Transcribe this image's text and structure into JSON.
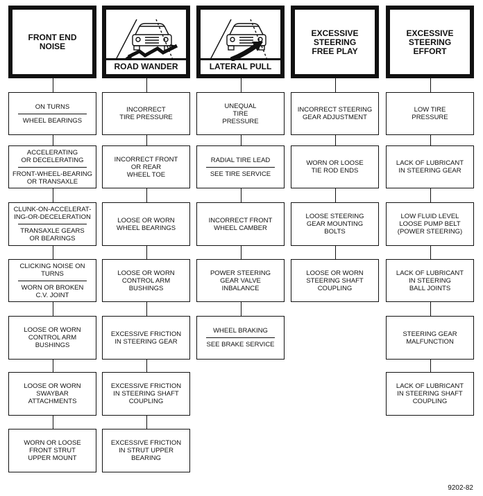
{
  "headers": [
    {
      "lines": [
        "FRONT END",
        "NOISE"
      ]
    },
    {
      "label": "ROAD WANDER"
    },
    {
      "label": "LATERAL PULL"
    },
    {
      "lines": [
        "EXCESSIVE",
        "STEERING",
        "FREE PLAY"
      ]
    },
    {
      "lines": [
        "EXCESSIVE",
        "STEERING",
        "EFFORT"
      ]
    }
  ],
  "columns": [
    [
      {
        "top": [
          "ON TURNS"
        ],
        "bottom": [
          "WHEEL BEARINGS"
        ]
      },
      {
        "top": [
          "ACCELERATING",
          "OR DECELERATING"
        ],
        "bottom": [
          "FRONT-WHEEL-BEARING",
          "OR TRANSAXLE"
        ]
      },
      {
        "top": [
          "CLUNK-ON-ACCELERAT-",
          "ING-OR-DECELERATION"
        ],
        "bottom": [
          "TRANSAXLE GEARS",
          "OR BEARINGS"
        ]
      },
      {
        "top": [
          "CLICKING NOISE ON",
          "TURNS"
        ],
        "bottom": [
          "WORN OR BROKEN",
          "C.V. JOINT"
        ]
      },
      {
        "lines": [
          "LOOSE OR WORN",
          "CONTROL ARM",
          "BUSHINGS"
        ]
      },
      {
        "lines": [
          "LOOSE OR WORN",
          "SWAYBAR",
          "ATTACHMENTS"
        ]
      },
      {
        "lines": [
          "WORN OR LOOSE",
          "FRONT STRUT",
          "UPPER MOUNT"
        ]
      }
    ],
    [
      {
        "lines": [
          "INCORRECT",
          "TIRE PRESSURE"
        ]
      },
      {
        "lines": [
          "INCORRECT FRONT",
          "OR REAR",
          "WHEEL TOE"
        ]
      },
      {
        "lines": [
          "LOOSE OR WORN",
          "WHEEL BEARINGS"
        ]
      },
      {
        "lines": [
          "LOOSE OR WORN",
          "CONTROL ARM",
          "BUSHINGS"
        ]
      },
      {
        "lines": [
          "EXCESSIVE FRICTION",
          "IN STEERING GEAR"
        ]
      },
      {
        "lines": [
          "EXCESSIVE FRICTION",
          "IN STEERING SHAFT",
          "COUPLING"
        ]
      },
      {
        "lines": [
          "EXCESSIVE FRICTION",
          "IN STRUT UPPER",
          "BEARING"
        ]
      }
    ],
    [
      {
        "lines": [
          "UNEQUAL",
          "TIRE",
          "PRESSURE"
        ]
      },
      {
        "top": [
          "RADIAL TIRE LEAD"
        ],
        "bottom": [
          "SEE TIRE SERVICE"
        ]
      },
      {
        "lines": [
          "INCORRECT FRONT",
          "WHEEL CAMBER"
        ]
      },
      {
        "lines": [
          "POWER STEERING",
          "GEAR VALVE",
          "INBALANCE"
        ]
      },
      {
        "top": [
          "WHEEL BRAKING"
        ],
        "bottom": [
          "SEE BRAKE SERVICE"
        ]
      }
    ],
    [
      {
        "lines": [
          "INCORRECT STEERING",
          "GEAR ADJUSTMENT"
        ]
      },
      {
        "lines": [
          "WORN OR LOOSE",
          "TIE ROD ENDS"
        ]
      },
      {
        "lines": [
          "LOOSE STEERING",
          "GEAR MOUNTING",
          "BOLTS"
        ]
      },
      {
        "lines": [
          "LOOSE OR WORN",
          "STEERING SHAFT",
          "COUPLING"
        ]
      }
    ],
    [
      {
        "lines": [
          "LOW TIRE",
          "PRESSURE"
        ]
      },
      {
        "lines": [
          "LACK OF LUBRICANT",
          "IN STEERING GEAR"
        ]
      },
      {
        "lines": [
          "LOW FLUID LEVEL",
          "LOOSE PUMP BELT",
          "(POWER STEERING)"
        ]
      },
      {
        "lines": [
          "LACK OF LUBRICANT",
          "IN STEERING",
          "BALL JOINTS"
        ]
      },
      {
        "lines": [
          "STEERING GEAR",
          "MALFUNCTION"
        ]
      },
      {
        "lines": [
          "LACK OF LUBRICANT",
          "IN STEERING SHAFT",
          "COUPLING"
        ]
      }
    ]
  ],
  "figure_number": "9202-82"
}
